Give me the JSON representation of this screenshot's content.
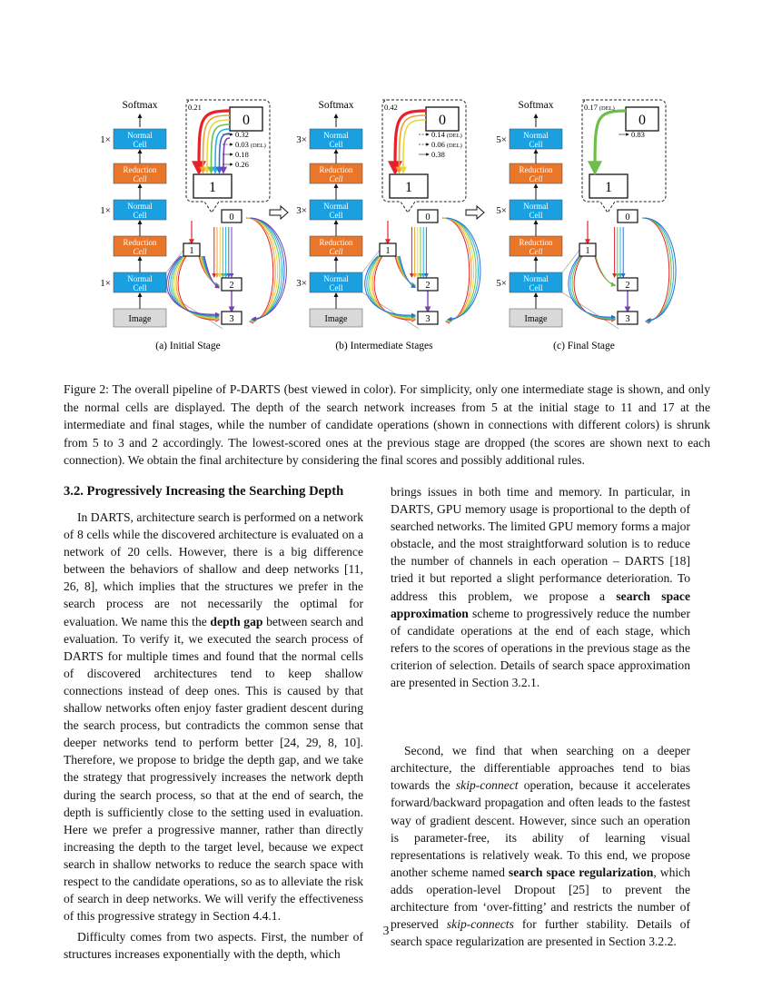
{
  "figure": {
    "panels": [
      {
        "subcaption": "(a) Initial Stage",
        "softmax": "Softmax",
        "image": "Image",
        "normal_cell": "Normal Cell",
        "reduction_cell": "Reduction Cell",
        "multipliers": [
          "1×",
          "1×",
          "1×"
        ],
        "zoom_node_top": "0",
        "zoom_node_bottom": "1",
        "scores": [
          "0.21",
          "0.32",
          "0.03 (DEL)",
          "0.18",
          "0.26"
        ],
        "graph_nodes": [
          "0",
          "1",
          "2",
          "3"
        ]
      },
      {
        "subcaption": "(b) Intermediate Stages",
        "softmax": "Softmax",
        "image": "Image",
        "normal_cell": "Normal Cell",
        "reduction_cell": "Reduction Cell",
        "multipliers": [
          "3×",
          "3×",
          "3×"
        ],
        "zoom_node_top": "0",
        "zoom_node_bottom": "1",
        "scores": [
          "0.42",
          "0.14 (DEL)",
          "0.06 (DEL)",
          "0.38"
        ],
        "graph_nodes": [
          "0",
          "1",
          "2",
          "3"
        ]
      },
      {
        "subcaption": "(c) Final Stage",
        "softmax": "Softmax",
        "image": "Image",
        "normal_cell": "Normal Cell",
        "reduction_cell": "Reduction Cell",
        "multipliers": [
          "5×",
          "5×",
          "5×"
        ],
        "zoom_node_top": "0",
        "zoom_node_bottom": "1",
        "scores": [
          "0.17 (DEL)",
          "0.83"
        ],
        "graph_nodes": [
          "0",
          "1",
          "2",
          "3"
        ]
      }
    ],
    "colors": {
      "normal_cell": "#1aa0e0",
      "reduction_cell": "#e8762b",
      "image_box": "#d9d9d9",
      "op_red": "#e8202a",
      "op_orange": "#f0a030",
      "op_yellow": "#e8d840",
      "op_green": "#6cc04a",
      "op_cyan": "#29b0e0",
      "op_blue": "#2a6fd0",
      "op_purple": "#7a3fb0"
    }
  },
  "caption": "Figure 2: The overall pipeline of P-DARTS (best viewed in color). For simplicity, only one intermediate stage is shown, and only the normal cells are displayed. The depth of the search network increases from 5 at the initial stage to 11 and 17 at the intermediate and final stages, while the number of candidate operations (shown in connections with different colors) is shrunk from 5 to 3 and 2 accordingly. The lowest-scored ones at the previous stage are dropped (the scores are shown next to each connection). We obtain the final architecture by considering the final scores and possibly additional rules.",
  "section": {
    "heading": "3.2. Progressively Increasing the Searching Depth",
    "left_p1": {
      "a": "In DARTS, architecture search is performed on a network of 8 cells while the discovered architecture is evaluated on a network of 20 cells. However, there is a big difference between the behaviors of shallow and deep networks [11, 26, 8], which implies that the structures we prefer in the search process are not necessarily the optimal for evaluation. We name this the ",
      "bold": "depth gap",
      "b": " between search and evaluation. To verify it, we executed the search process of DARTS for multiple times and found that the normal cells of discovered architectures tend to keep shallow connections instead of deep ones. This is caused by that shallow networks often enjoy faster gradient descent during the search process, but contradicts the common sense that deeper networks tend to perform better [24, 29, 8, 10]. Therefore, we propose to bridge the depth gap, and we take the strategy that progressively increases the network depth during the search process, so that at the end of search, the depth is sufficiently close to the setting used in evaluation. Here we prefer a progressive manner, rather than directly increasing the depth to the target level, because we expect search in shallow networks to reduce the search space with respect to the candidate operations, so as to alleviate the risk of search in deep networks. We will verify the effectiveness of this progressive strategy in Section 4.4.1."
    },
    "left_p2": "Difficulty comes from two aspects. First, the number of structures increases exponentially with the depth, which",
    "right_p1": {
      "a": "brings issues in both time and memory. In particular, in DARTS, GPU memory usage is proportional to the depth of searched networks. The limited GPU memory forms a major obstacle, and the most straightforward solution is to reduce the number of channels in each operation – DARTS [18] tried it but reported a slight performance deterioration. To address this problem, we propose a ",
      "bold": "search space approximation",
      "b": " scheme to progressively reduce the number of candidate operations at the end of each stage, which refers to the scores of operations in the previous stage as the criterion of selection. Details of search space approximation are presented in Section 3.2.1."
    },
    "right_p2": {
      "a": "Second, we find that when searching on a deeper architecture, the differentiable approaches tend to bias towards the ",
      "italic1": "skip-connect",
      "b": " operation, because it accelerates forward/backward propagation and often leads to the fastest way of gradient descent. However, since such an operation is parameter-free, its ability of learning visual representations is relatively weak. To this end, we propose another scheme named ",
      "bold": "search space regularization",
      "c": ", which adds operation-level Dropout [25] to prevent the architecture from ‘over-fitting’ and restricts the number of preserved ",
      "italic2": "skip-connects",
      "d": " for further stability. Details of search space regularization are presented in Section 3.2.2."
    }
  },
  "page_number": "3"
}
